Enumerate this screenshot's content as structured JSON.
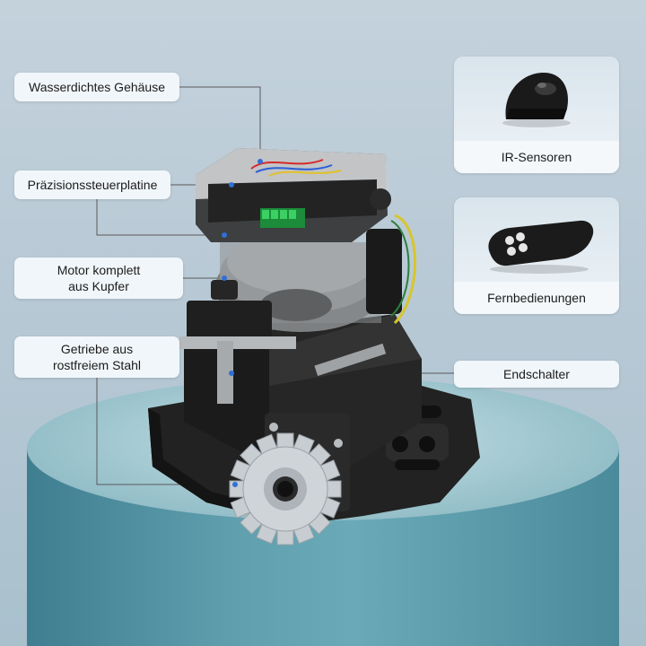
{
  "callouts": {
    "housing": "Wasserdichtes Gehäuse",
    "board": "Präzisionssteuerplatine",
    "motor_line1": "Motor komplett",
    "motor_line2": "aus Kupfer",
    "gear_line1": "Getriebe aus",
    "gear_line2": "rostfreiem Stahl",
    "limit_switch": "Endschalter"
  },
  "accessories": {
    "ir_sensor": "IR-Sensoren",
    "remote": "Fernbedienungen"
  },
  "colors": {
    "background": "#bccdd8",
    "pedestal": "#6aaab8",
    "label_bg": "#f1f6fa",
    "device_body": "#1e1e1e",
    "gear": "#c9ced3"
  },
  "icons": [
    "ir-sensor-icon",
    "remote-control-icon"
  ]
}
